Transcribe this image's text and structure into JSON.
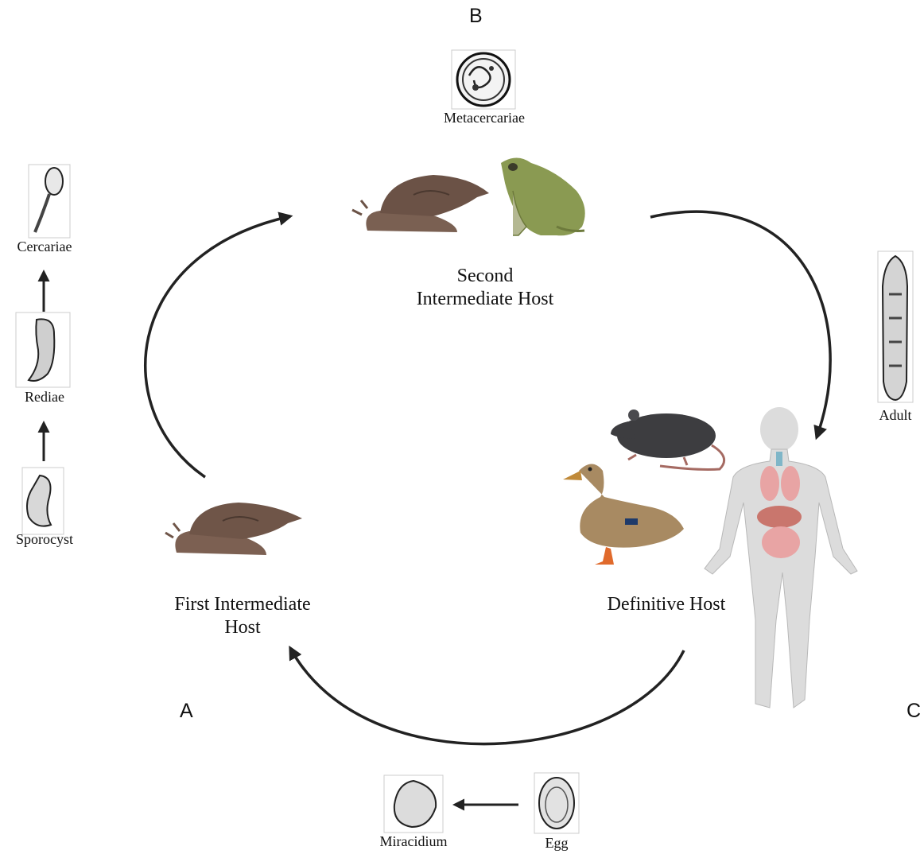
{
  "panels": {
    "a": "A",
    "b": "B",
    "c": "C"
  },
  "hosts": {
    "first": [
      "First Intermediate",
      "Host"
    ],
    "second": [
      "Second",
      "Intermediate Host"
    ],
    "definitive": "Definitive Host"
  },
  "stages": {
    "metacercariae": "Metacercariae",
    "cercariae": "Cercariae",
    "rediae": "Rediae",
    "sporocyst": "Sporocyst",
    "adult": "Adult",
    "miracidium": "Miracidium",
    "egg": "Egg"
  },
  "colors": {
    "arrow": "#222222",
    "snail": "#7a5e50",
    "frog": "#8a9a52",
    "rat": "#3d3d40",
    "duck": "#a88a62",
    "body": "#dcdcdc"
  }
}
